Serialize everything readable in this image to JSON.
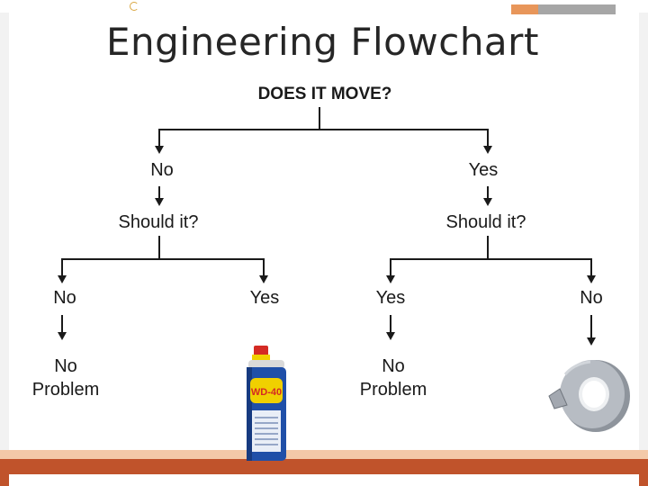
{
  "title": "Engineering Flowchart",
  "root": {
    "question": "DOES IT MOVE?"
  },
  "left_branch": {
    "answer": "No",
    "question": "Should it?",
    "no": {
      "answer": "No",
      "result_line1": "No",
      "result_line2": "Problem"
    },
    "yes": {
      "answer": "Yes",
      "result": "WD-40",
      "result_icon": "wd40-can-icon"
    }
  },
  "right_branch": {
    "answer": "Yes",
    "question": "Should it?",
    "yes": {
      "answer": "Yes",
      "result_line1": "No",
      "result_line2": "Problem"
    },
    "no": {
      "answer": "No",
      "result_icon": "duct-tape-icon"
    }
  },
  "colors": {
    "accent_orange": "#c0532b",
    "tape_gray": "#9aa0a8",
    "can_blue": "#1f4fa8",
    "can_red": "#d42a24"
  }
}
